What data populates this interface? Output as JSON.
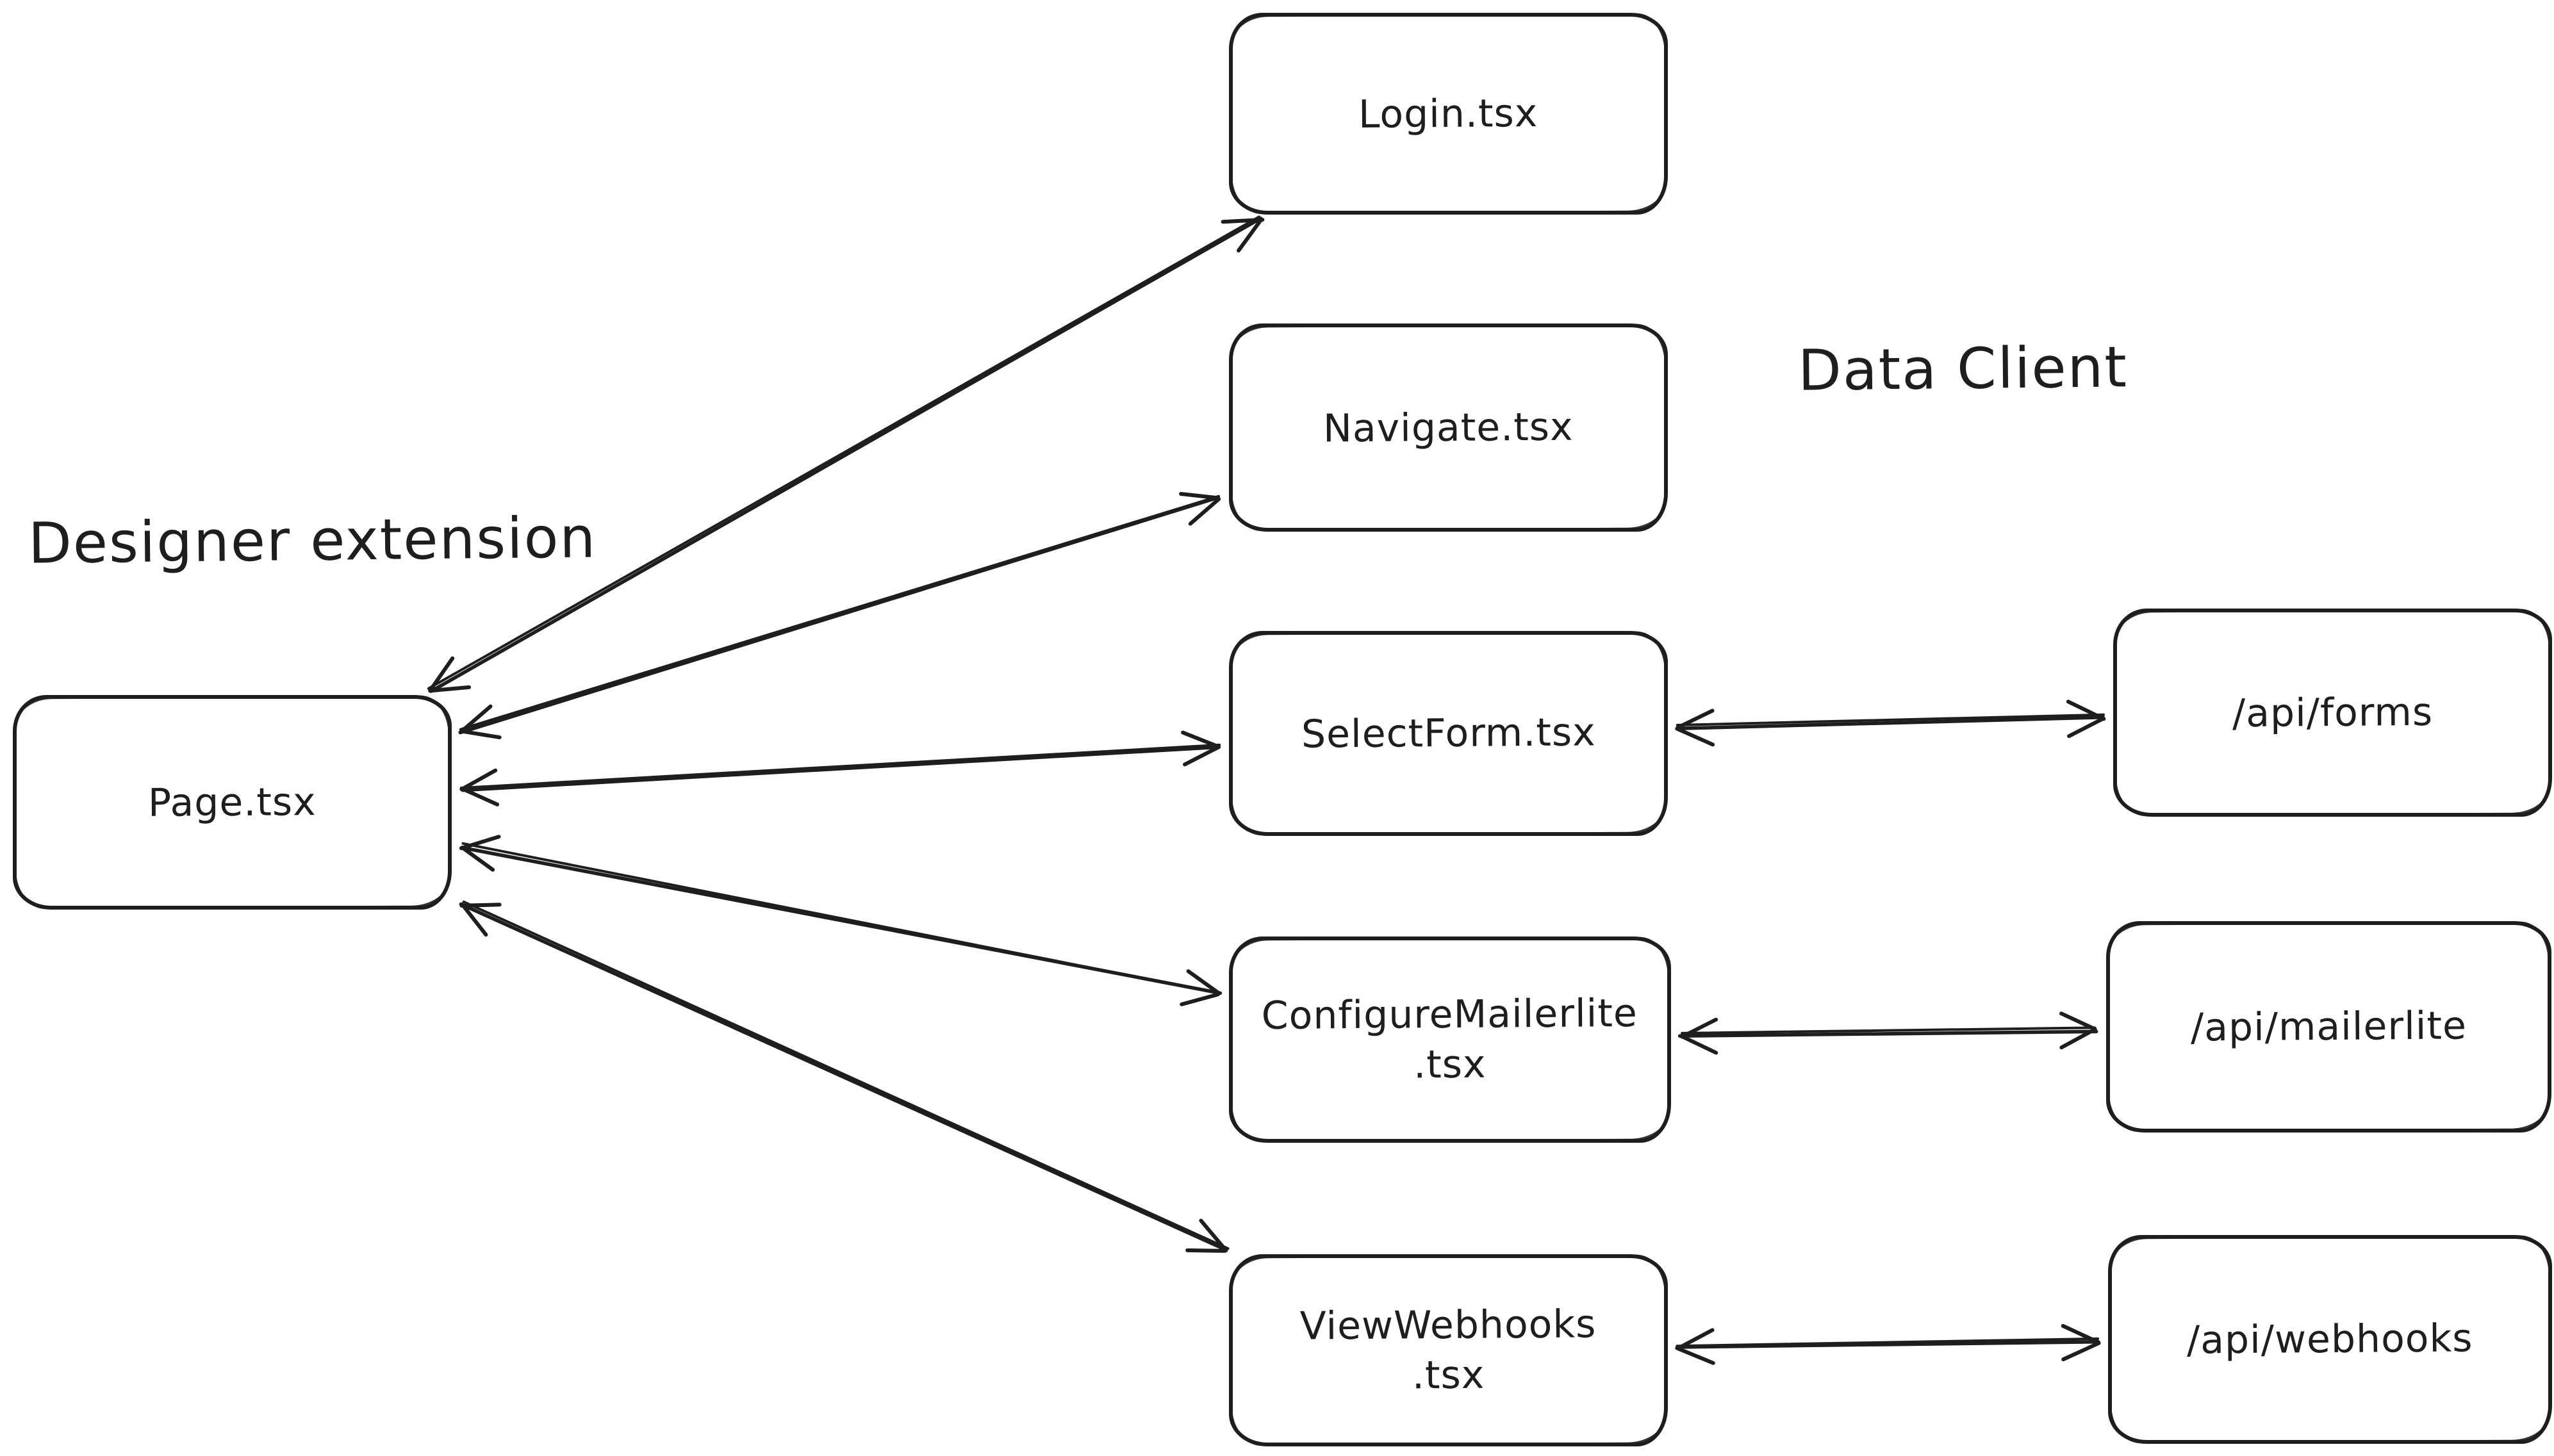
{
  "diagram": {
    "background": "#ffffff",
    "stroke_color": "#1e1e1e",
    "section_labels": [
      {
        "id": "designer-extension",
        "text": "Designer extension"
      },
      {
        "id": "data-client",
        "text": "Data Client"
      }
    ],
    "nodes": [
      {
        "id": "page",
        "label": "Page.tsx"
      },
      {
        "id": "login",
        "label": "Login.tsx"
      },
      {
        "id": "navigate",
        "label": "Navigate.tsx"
      },
      {
        "id": "selectform",
        "label": "SelectForm.tsx"
      },
      {
        "id": "configure-mailerlite",
        "label": "ConfigureMailerlite\n.tsx"
      },
      {
        "id": "view-webhooks",
        "label": "ViewWebhooks\n.tsx"
      },
      {
        "id": "api-forms",
        "label": "/api/forms"
      },
      {
        "id": "api-mailerlite",
        "label": "/api/mailerlite"
      },
      {
        "id": "api-webhooks",
        "label": "/api/webhooks"
      }
    ],
    "edges": [
      {
        "from": "page",
        "to": "login",
        "bidirectional": true
      },
      {
        "from": "page",
        "to": "navigate",
        "bidirectional": true
      },
      {
        "from": "page",
        "to": "selectform",
        "bidirectional": true
      },
      {
        "from": "page",
        "to": "configure-mailerlite",
        "bidirectional": true
      },
      {
        "from": "page",
        "to": "view-webhooks",
        "bidirectional": true
      },
      {
        "from": "selectform",
        "to": "api-forms",
        "bidirectional": true
      },
      {
        "from": "configure-mailerlite",
        "to": "api-mailerlite",
        "bidirectional": true
      },
      {
        "from": "view-webhooks",
        "to": "api-webhooks",
        "bidirectional": true
      }
    ]
  }
}
